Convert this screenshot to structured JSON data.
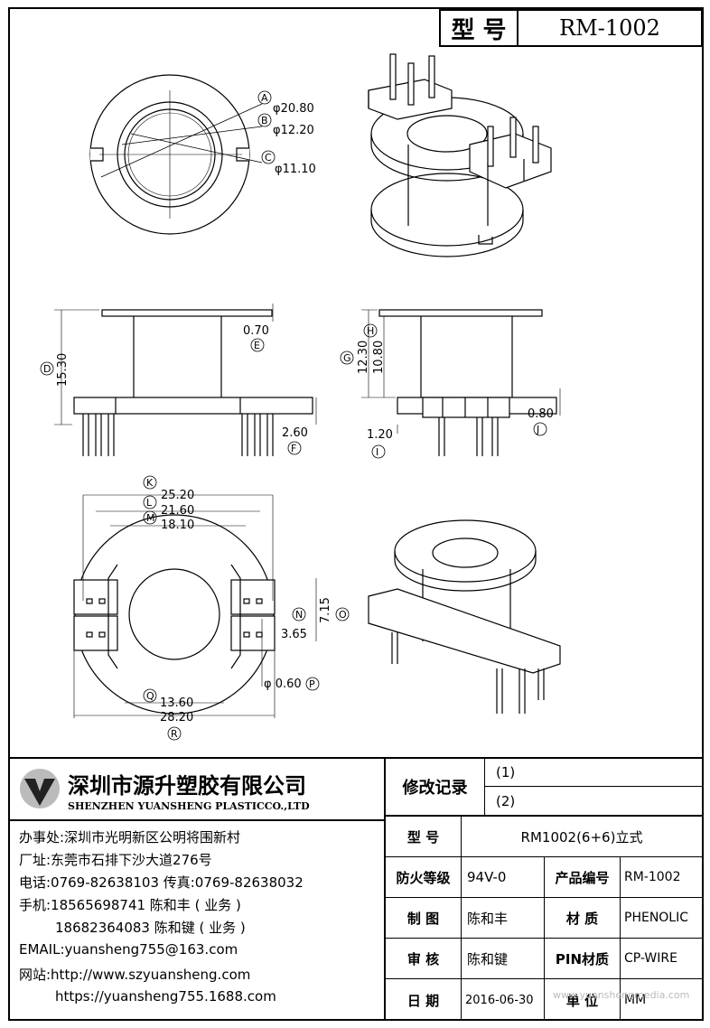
{
  "title_block": {
    "label": "型 号",
    "model": "RM-1002"
  },
  "top_view": {
    "dims": [
      {
        "tag": "A",
        "value": "φ20.80"
      },
      {
        "tag": "B",
        "value": "φ12.20"
      },
      {
        "tag": "C",
        "value": "φ11.10"
      }
    ]
  },
  "side_view_left": {
    "dims": [
      {
        "tag": "D",
        "value": "15.30"
      },
      {
        "tag": "E",
        "value": "0.70"
      },
      {
        "tag": "F",
        "value": "2.60"
      }
    ]
  },
  "side_view_right": {
    "dims": [
      {
        "tag": "G",
        "value": "12.30"
      },
      {
        "tag": "H",
        "value": "10.80"
      },
      {
        "tag": "I",
        "value": "1.20"
      },
      {
        "tag": "J",
        "value": "0.80"
      }
    ]
  },
  "bottom_view": {
    "dims": [
      {
        "tag": "K",
        "value": "25.20"
      },
      {
        "tag": "L",
        "value": "21.60"
      },
      {
        "tag": "M",
        "value": "18.10"
      },
      {
        "tag": "N",
        "value": "3.65"
      },
      {
        "tag": "O",
        "value": "7.15"
      },
      {
        "tag": "P",
        "value": "φ 0.60"
      },
      {
        "tag": "Q",
        "value": "13.60"
      },
      {
        "tag": "R",
        "value": "28.20"
      }
    ]
  },
  "company": {
    "name_cn": "深圳市源升塑胶有限公司",
    "name_en": "SHENZHEN YUANSHENG PLASTICCO.,LTD",
    "lines": [
      "办事处:深圳市光明新区公明将围新村",
      "厂址:东莞市石排下沙大道276号",
      "电话:0769-82638103 传真:0769-82638032",
      "手机:18565698741 陈和丰 ( 业务 )",
      "18682364083 陈和键 ( 业务 )",
      "EMAIL:yuansheng755@163.com",
      "网站:http://www.szyuansheng.com",
      "https://yuansheng755.1688.com"
    ]
  },
  "revision": {
    "label": "修改记录",
    "rows": [
      "(1)",
      "(2)"
    ]
  },
  "info": {
    "model_label": "型 号",
    "model_value": "RM1002(6+6)立式",
    "fire_label": "防火等级",
    "fire_value": "94V-0",
    "code_label": "产品编号",
    "code_value": "RM-1002",
    "drawn_label": "制 图",
    "drawn_value": "陈和丰",
    "material_label": "材 质",
    "material_value": "PHENOLIC",
    "check_label": "审 核",
    "check_value": "陈和键",
    "pin_label": "PIN材质",
    "pin_value": "CP-WIRE",
    "date_label": "日 期",
    "date_value": "2016-06-30",
    "unit_label": "单 位",
    "unit_value": "MM"
  },
  "watermark": "www.yuanshengmedia.com"
}
